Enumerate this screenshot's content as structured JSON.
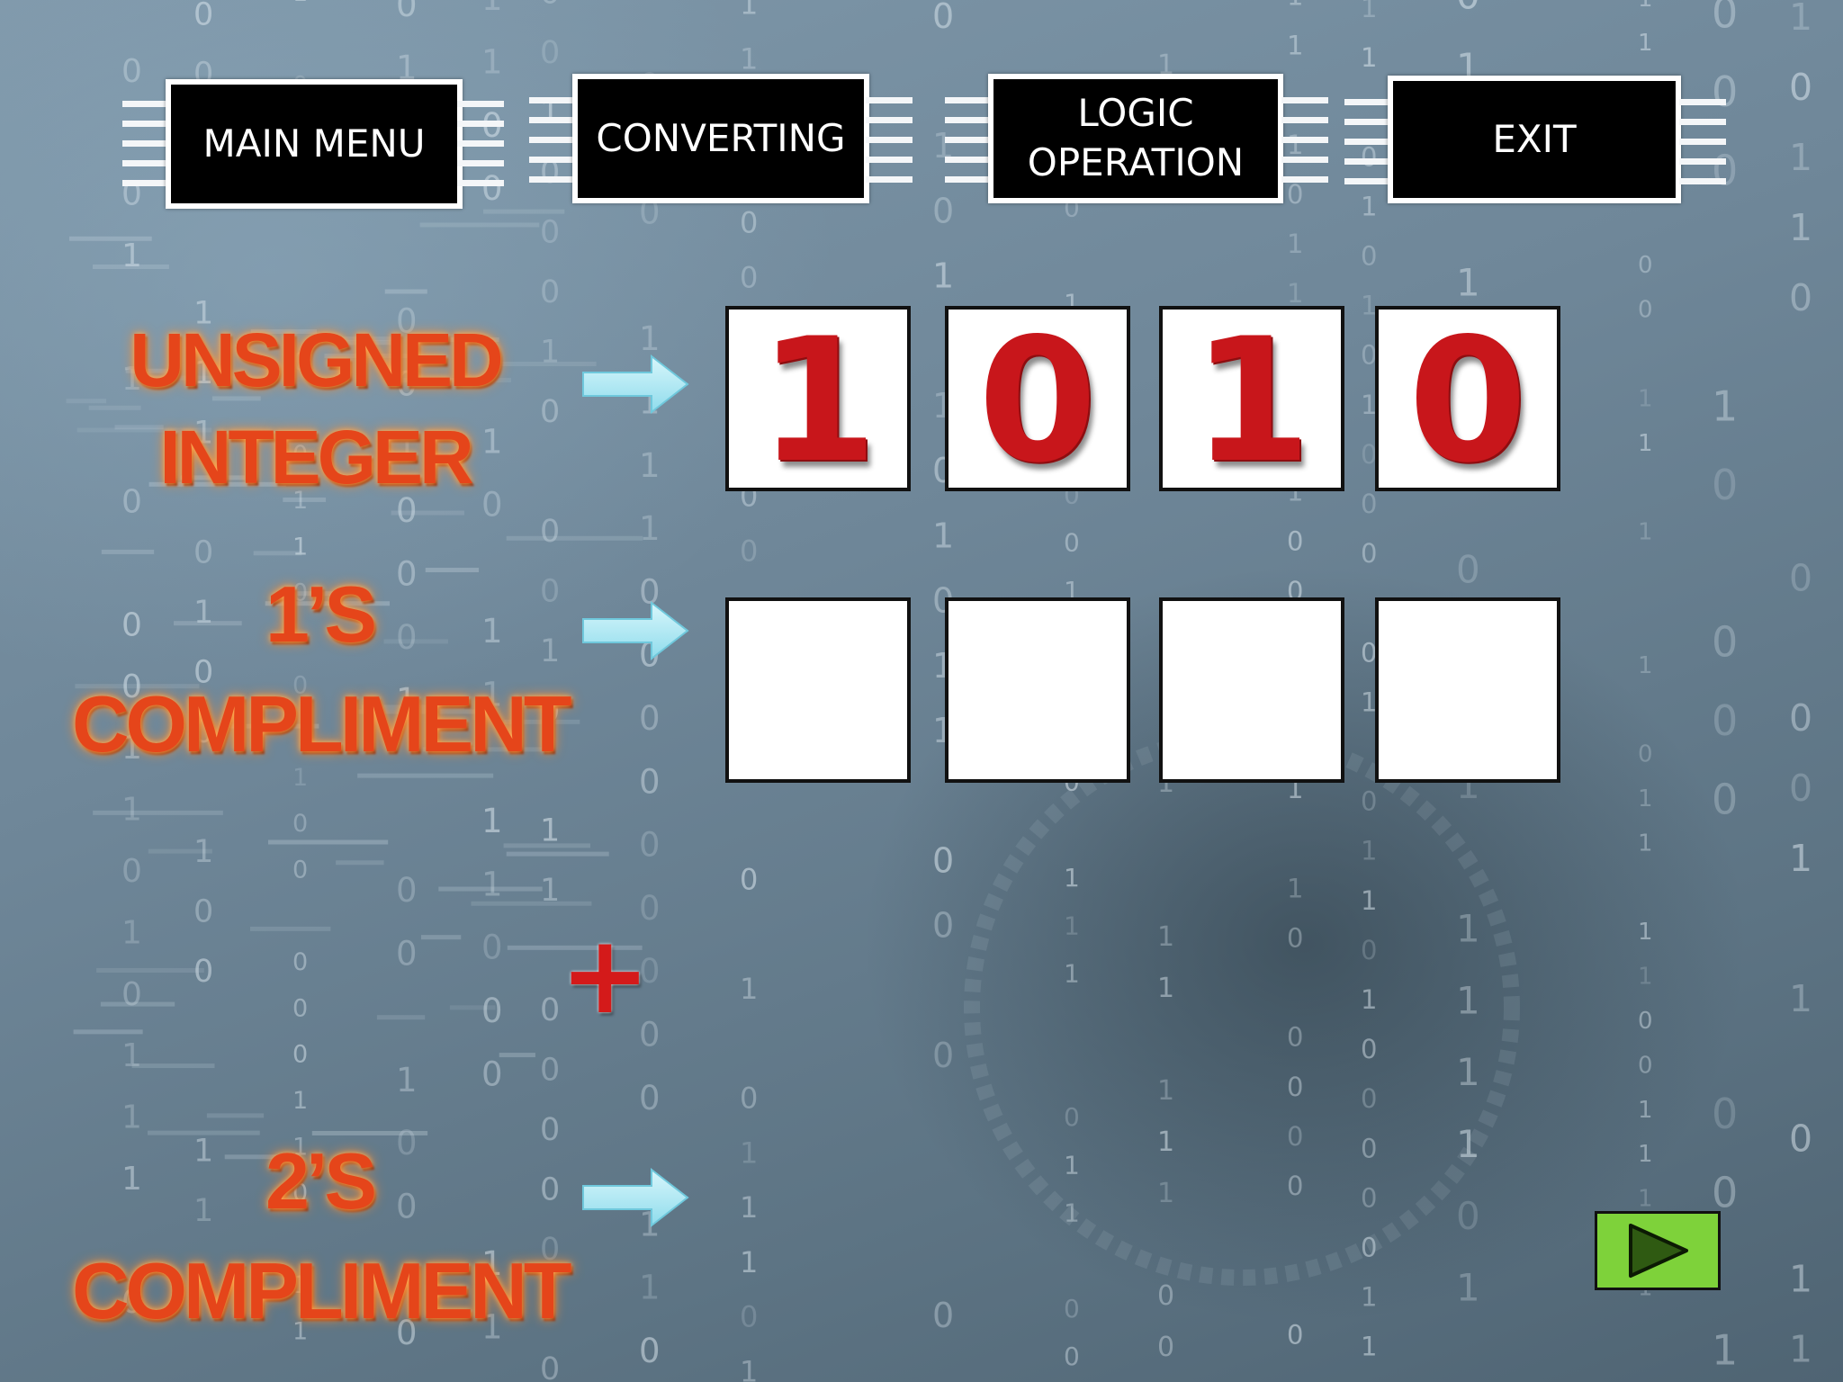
{
  "nav": {
    "main_menu": "MAIN MENU",
    "converting": "CONVERTING",
    "logic_operation_line1": "LOGIC",
    "logic_operation_line2": "OPERATION",
    "exit": "EXIT"
  },
  "rows": {
    "unsigned_line1": "UNSIGNED",
    "unsigned_line2": "INTEGER",
    "ones_line1": "1’S",
    "ones_line2": "COMPLIMENT",
    "twos_line1": "2’S",
    "twos_line2": "COMPLIMENT"
  },
  "unsigned_bits": [
    "1",
    "0",
    "1",
    "0"
  ],
  "ones_bits": [
    "",
    "",
    "",
    ""
  ],
  "plus_symbol": "+",
  "colors": {
    "label_orange": "#e5451a",
    "digit_red": "#c8161b",
    "arrow_cyan": "#aee8f3",
    "play_green": "#7ed23a"
  },
  "icons": {
    "arrow": "right-arrow-icon",
    "play": "play-icon"
  }
}
